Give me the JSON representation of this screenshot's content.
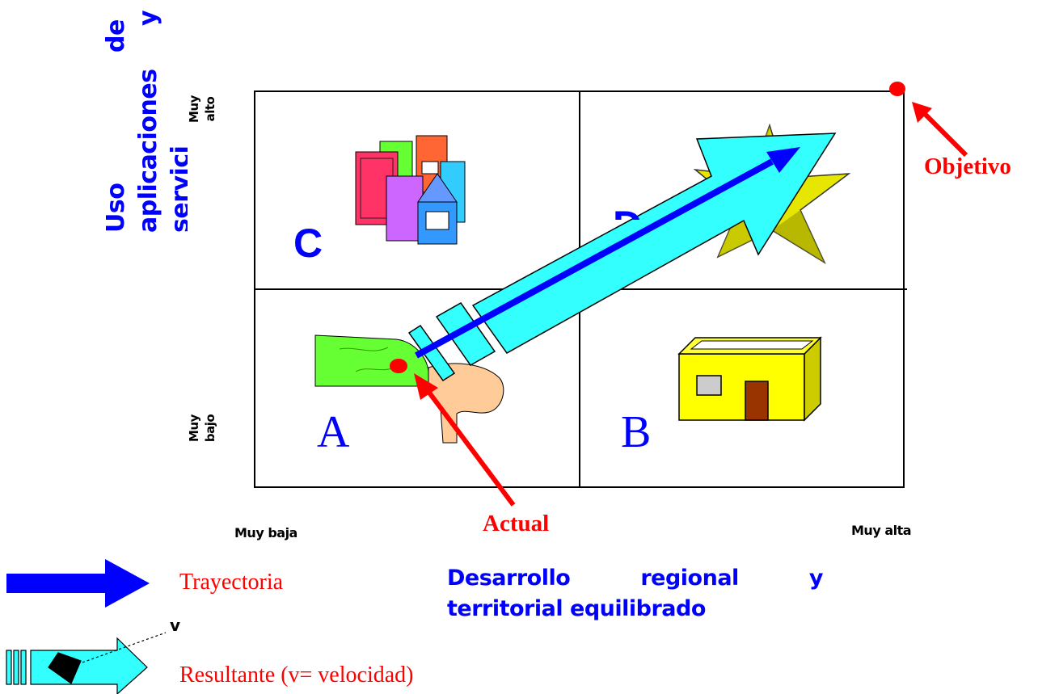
{
  "quadrants": {
    "a": "A",
    "b": "B",
    "c": "C",
    "d": "D"
  },
  "y_axis": {
    "title_line1": "Uso",
    "title_line1b": "de",
    "title_line2": "aplicaciones",
    "title_line2b": "y",
    "title_line3": "servici",
    "high": "Muy alto",
    "low": "Muy bajo"
  },
  "x_axis": {
    "low": "Muy baja",
    "high": "Muy  alta",
    "title_w1": "Desarrollo",
    "title_w2": "regional",
    "title_w3": "y",
    "title_line2": "territorial equilibrado"
  },
  "points": {
    "current": "Actual",
    "target": "Objetivo"
  },
  "legend": {
    "trajectory": "Trayectoria",
    "velocity_symbol": "v",
    "resultant": "Resultante (v= velocidad)"
  },
  "colors": {
    "blue": "#0000ff",
    "red": "#ff0000",
    "cyan": "#33ffff",
    "green": "#66ff33",
    "yellow": "#ffff00",
    "olive": "#cccc00"
  }
}
